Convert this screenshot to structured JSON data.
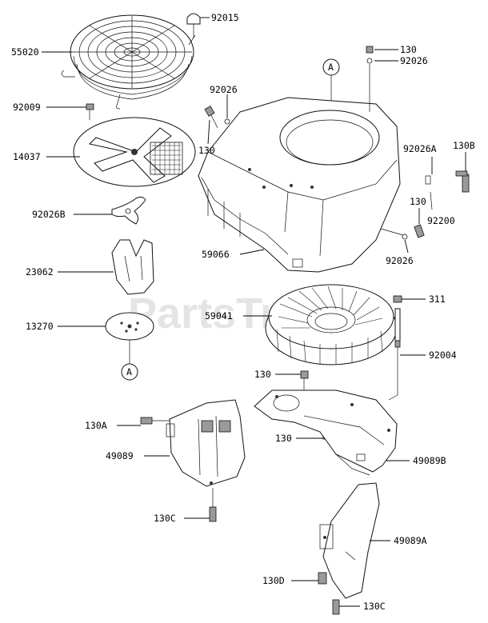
{
  "watermark": "PartsTree",
  "callout_letter": "A",
  "labels": {
    "p55020": "55020",
    "p92015": "92015",
    "p92009": "92009",
    "p14037": "14037",
    "p92026b": "92026B",
    "p23062": "23062",
    "p13270": "13270",
    "p92026_top": "92026",
    "p130_top_left": "130",
    "p130_top_right": "130",
    "p92026_top_right": "92026",
    "p92026a": "92026A",
    "p130b": "130B",
    "p130_mid_right": "130",
    "p92200": "92200",
    "p92026_mid_right": "92026",
    "p59066": "59066",
    "p59041": "59041",
    "p311": "311",
    "p92004": "92004",
    "p130_mid": "130",
    "p130_lower": "130",
    "p130a": "130A",
    "p49089": "49089",
    "p49089b": "49089B",
    "p130c_left": "130C",
    "p49089a": "49089A",
    "p130d": "130D",
    "p130c_bottom": "130C"
  }
}
